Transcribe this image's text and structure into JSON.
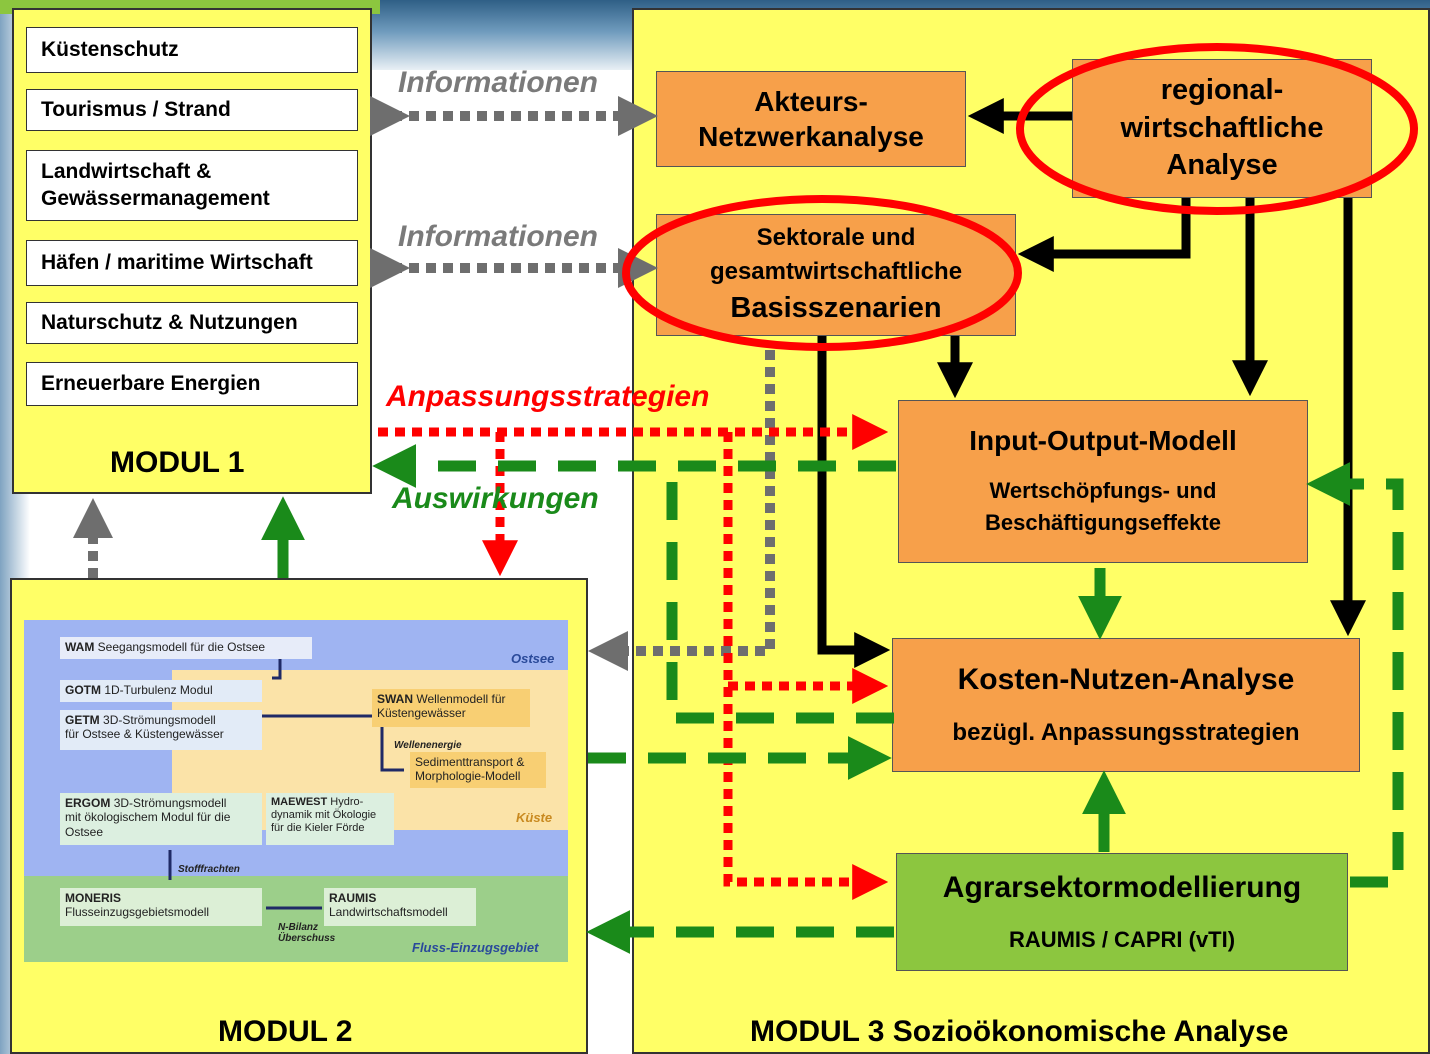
{
  "modul1": {
    "items": [
      "Küstenschutz",
      "Tourismus / Strand",
      "Landwirtschaft & Gewässermanagement",
      "Häfen / maritime Wirtschaft",
      "Naturschutz & Nutzungen",
      "Erneuerbare Energien"
    ],
    "title": "MODUL 1"
  },
  "modul2": {
    "title": "MODUL 2",
    "regions": {
      "ostsee": "Ostsee",
      "kueste": "Küste",
      "fluss": "Fluss-Einzugsgebiet"
    },
    "wam": {
      "name": "WAM",
      "desc": "Seegangsmodell für die Ostsee"
    },
    "gotm": {
      "name": "GOTM",
      "desc": "1D-Turbulenz Modul"
    },
    "getm": {
      "name": "GETM",
      "desc1": "3D-Strömungsmodell",
      "desc2": "für Ostsee & Küstengewässer"
    },
    "swan": {
      "name": "SWAN",
      "desc1": "Wellenmodell für",
      "desc2": "Küstengewässer"
    },
    "wellenenergie": "Wellenenergie",
    "sediment": {
      "line1": "Sedimenttransport &",
      "line2": "Morphologie-Modell"
    },
    "ergom": {
      "name": "ERGOM",
      "desc1": "3D-Strömungsmodell",
      "desc2": "mit ökologischem Modul für die",
      "desc3": "Ostsee"
    },
    "maewest": {
      "name": "MAEWEST",
      "desc1": "Hydro-",
      "desc2": "dynamik mit Ökologie",
      "desc3": "für die Kieler Förde"
    },
    "stofffrachten": "Stofffrachten",
    "moneris": {
      "name": "MONERIS",
      "desc": "Flusseinzugsgebietsmodell"
    },
    "raumis": {
      "name": "RAUMIS",
      "desc": "Landwirtschaftsmodell"
    },
    "nbilanz": {
      "line1": "N-Bilanz",
      "line2": "Überschuss"
    }
  },
  "modul3": {
    "title": "MODUL 3  Sozioökonomische Analyse",
    "akteurs": {
      "line1": "Akteurs-",
      "line2": "Netzwerkanalyse"
    },
    "regional": {
      "line1": "regional-",
      "line2": "wirtschaftliche",
      "line3": "Analyse"
    },
    "sektorale": {
      "line1": "Sektorale und",
      "line2": "gesamtwirtschaftliche",
      "line3": "Basisszenarien"
    },
    "io": {
      "title": "Input-Output-Modell",
      "sub1": "Wertschöpfungs- und",
      "sub2": "Beschäftigungseffekte"
    },
    "kna": {
      "title": "Kosten-Nutzen-Analyse",
      "sub": "bezügl. Anpassungsstrategien"
    },
    "agrar": {
      "title": "Agrarsektormodellierung",
      "sub": "RAUMIS / CAPRI (vTI)"
    }
  },
  "labels": {
    "informationen1": "Informationen",
    "informationen2": "Informationen",
    "anpassung": "Anpassungsstrategien",
    "auswirkungen": "Auswirkungen"
  },
  "colors": {
    "panel_yellow": "#ffff66",
    "orange_box": "#f7a04a",
    "green_box": "#8cc63f",
    "highlight_red": "#ff0000",
    "arrow_green": "#1a8a1a",
    "arrow_gray": "#6e6e6e",
    "arrow_red_dotted": "#ff0000"
  }
}
